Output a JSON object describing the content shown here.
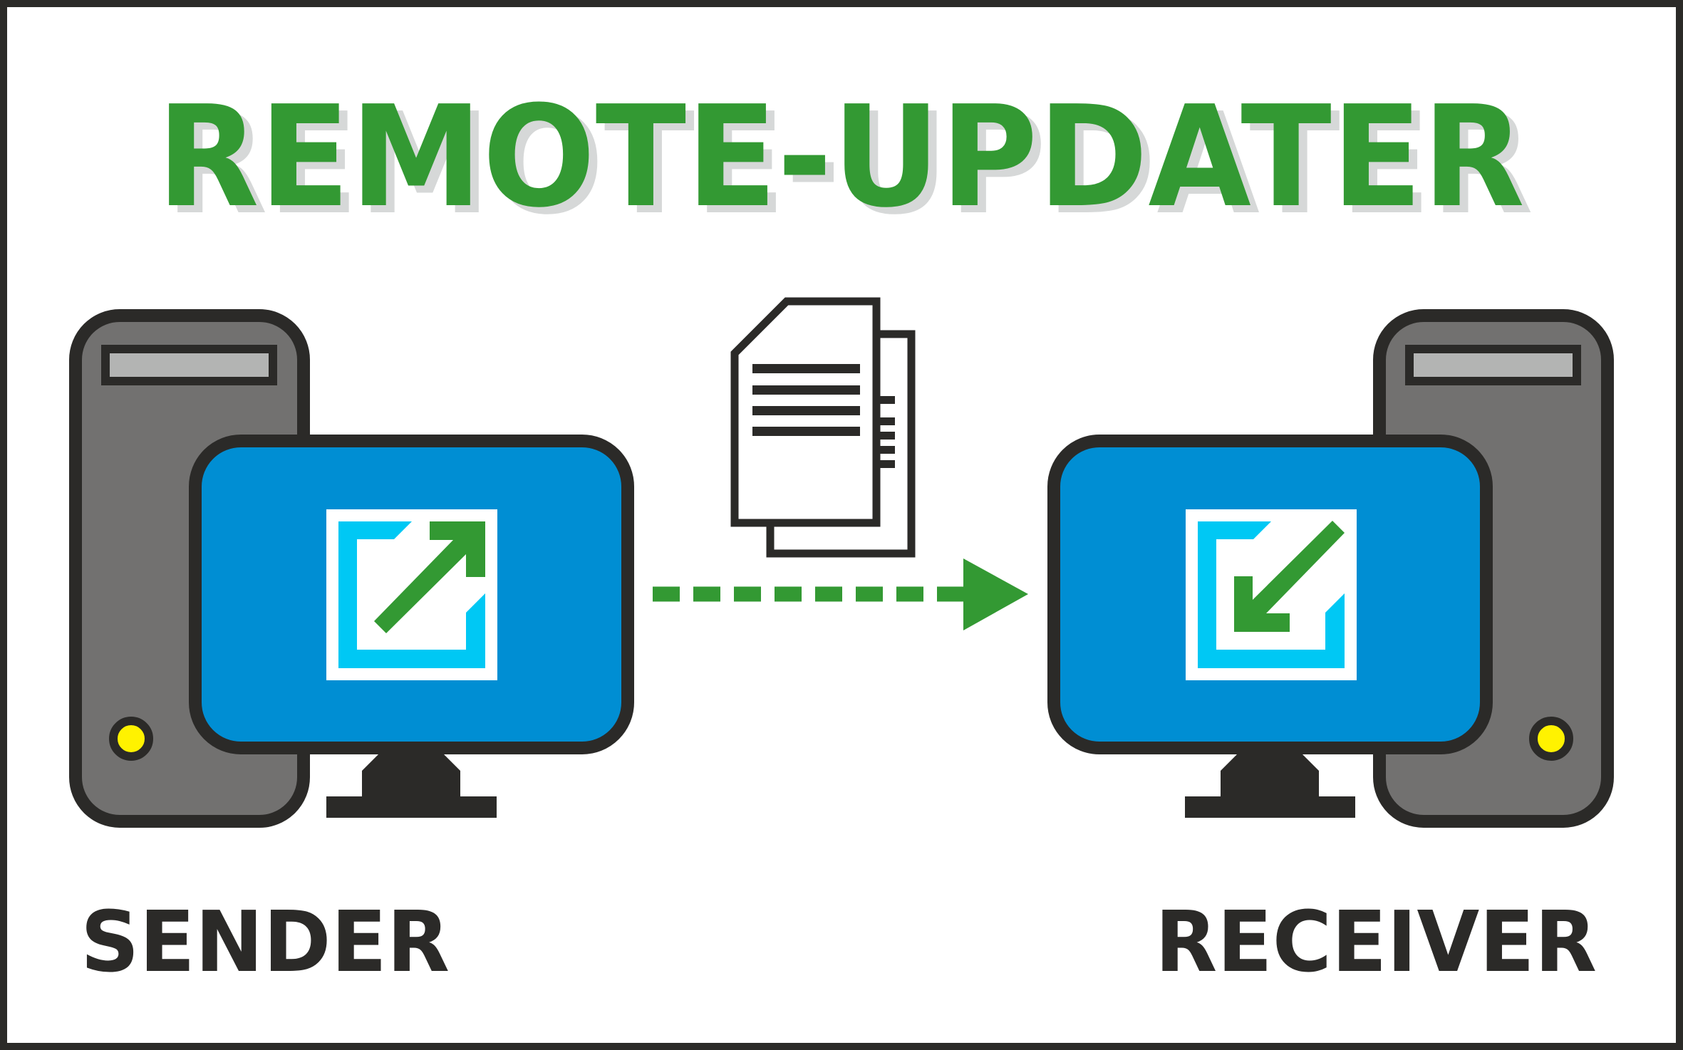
{
  "title": "REMOTE-UPDATER",
  "sender_label": "SENDER",
  "receiver_label": "RECEIVER",
  "sender": {
    "role": "sender",
    "screen_icon": "export-arrow-icon",
    "arrow_direction": "outgoing"
  },
  "receiver": {
    "role": "receiver",
    "screen_icon": "import-arrow-icon",
    "arrow_direction": "incoming"
  },
  "transfer": {
    "icon": "document-icon",
    "connector": "dashed-arrow",
    "direction": "sender-to-receiver"
  },
  "colors": {
    "title_green": "#339933",
    "title_shadow": "#d6d8d8",
    "outline": "#2b2a28",
    "tower_gray": "#727170",
    "drive_bay": "#b3b4b3",
    "screen_blue": "#008ed3",
    "icon_cyan": "#00c8f4",
    "arrow_green": "#339933",
    "power_yellow": "#fff200",
    "background": "#ffffff"
  }
}
